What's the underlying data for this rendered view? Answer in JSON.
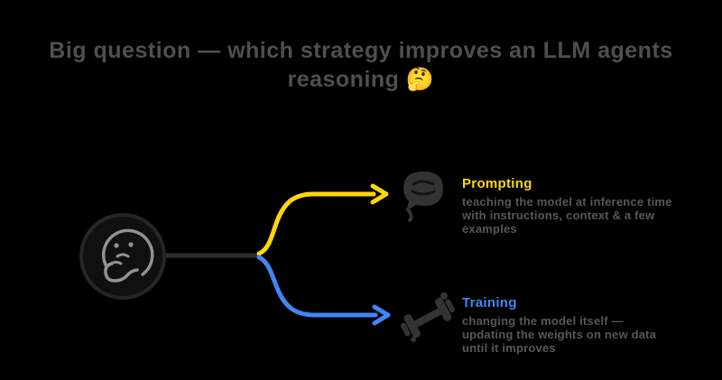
{
  "page": {
    "background_color": "#000000",
    "title_color": "#4f4f4f",
    "desc_color": "#575757",
    "connector_color": "#2e2e2e",
    "glyph_color": "#383838",
    "face_stroke_color": "#919191"
  },
  "title": {
    "line1": "Big question — which strategy improves an LLM agents",
    "line2": "reasoning 🤔"
  },
  "thinker": {
    "icon": "thinking-face-icon"
  },
  "branches": [
    {
      "id": "prompting",
      "label": "Prompting",
      "color": "#ffd60a",
      "icon": "speech-bubble-icon",
      "desc": "teaching the model at inference time with instructions, context & a few examples"
    },
    {
      "id": "training",
      "label": "Training",
      "color": "#4285f4",
      "icon": "dumbbell-icon",
      "desc": "changing the model itself — updating the weights on new data until it improves"
    }
  ]
}
